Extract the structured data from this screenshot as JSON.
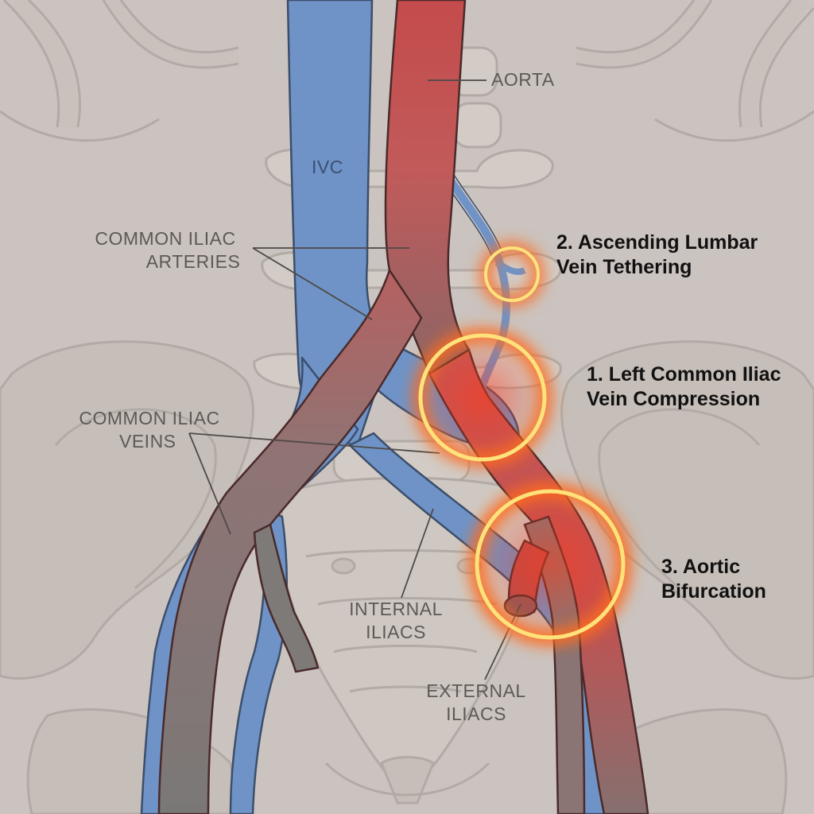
{
  "labels": {
    "aorta": "AORTA",
    "ivc": "IVC",
    "common_iliac_arteries": [
      "COMMON ILIAC",
      "ARTERIES"
    ],
    "common_iliac_veins": [
      "COMMON ILIAC",
      "VEINS"
    ],
    "internal_iliacs": [
      "INTERNAL",
      "ILIACS"
    ],
    "external_iliacs": [
      "EXTERNAL",
      "ILIACS"
    ]
  },
  "callouts": [
    {
      "id": "left-common-iliac-vein-compression",
      "lines": [
        "1. Left Common Iliac",
        "Vein Compression"
      ]
    },
    {
      "id": "ascending-lumbar-vein-tethering",
      "lines": [
        "2. Ascending Lumbar",
        "Vein Tethering"
      ]
    },
    {
      "id": "aortic-bifurcation",
      "lines": [
        "3. Aortic",
        "Bifurcation"
      ]
    }
  ],
  "colors": {
    "background": "#cbc3bf",
    "bone_outline": "#b2aaa4",
    "vein": "#6f93c7",
    "artery": "#c55a5a",
    "artery_lower": "#7d7a78",
    "highlight_ring": "#ffe27a",
    "highlight_glow": "#ff6a1a",
    "label_text": "#5e5955",
    "callout_text": "#111111"
  }
}
